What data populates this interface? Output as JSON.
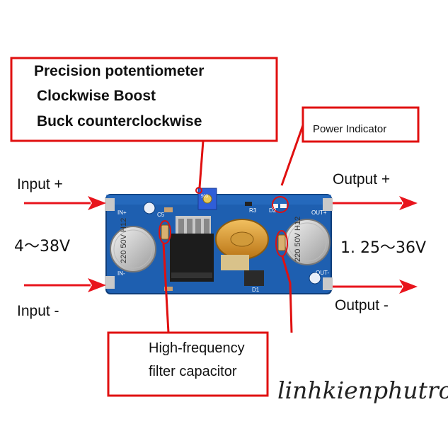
{
  "callouts": {
    "potentiometer": [
      "Precision potentiometer",
      "Clockwise Boost",
      "Buck counterclockwise"
    ],
    "power_indicator": "Power Indicator",
    "capacitor": [
      "High-frequency",
      "filter capacitor"
    ]
  },
  "labels": {
    "input_plus": "Input +",
    "input_minus": "Input -",
    "input_range": "4～38V",
    "output_plus": "Output +",
    "output_minus": "Output -",
    "output_range": "1. 25～36V"
  },
  "board_markings": {
    "in_plus": "IN+",
    "in_minus": "IN-",
    "out_plus": "OUT+",
    "out_minus": "OUT-",
    "c5": "C5",
    "r3": "R3",
    "d2": "D2",
    "d1": "D1",
    "pot_code": "503",
    "cap_left": "220 50V H12",
    "cap_right": "220 50V H12"
  },
  "watermark": "linhkienphutro",
  "colors": {
    "callout_red": "#e01010",
    "arrow_red": "#e8141c",
    "pcb_blue": "#1e5fb0",
    "copper": "#c98a2a"
  }
}
